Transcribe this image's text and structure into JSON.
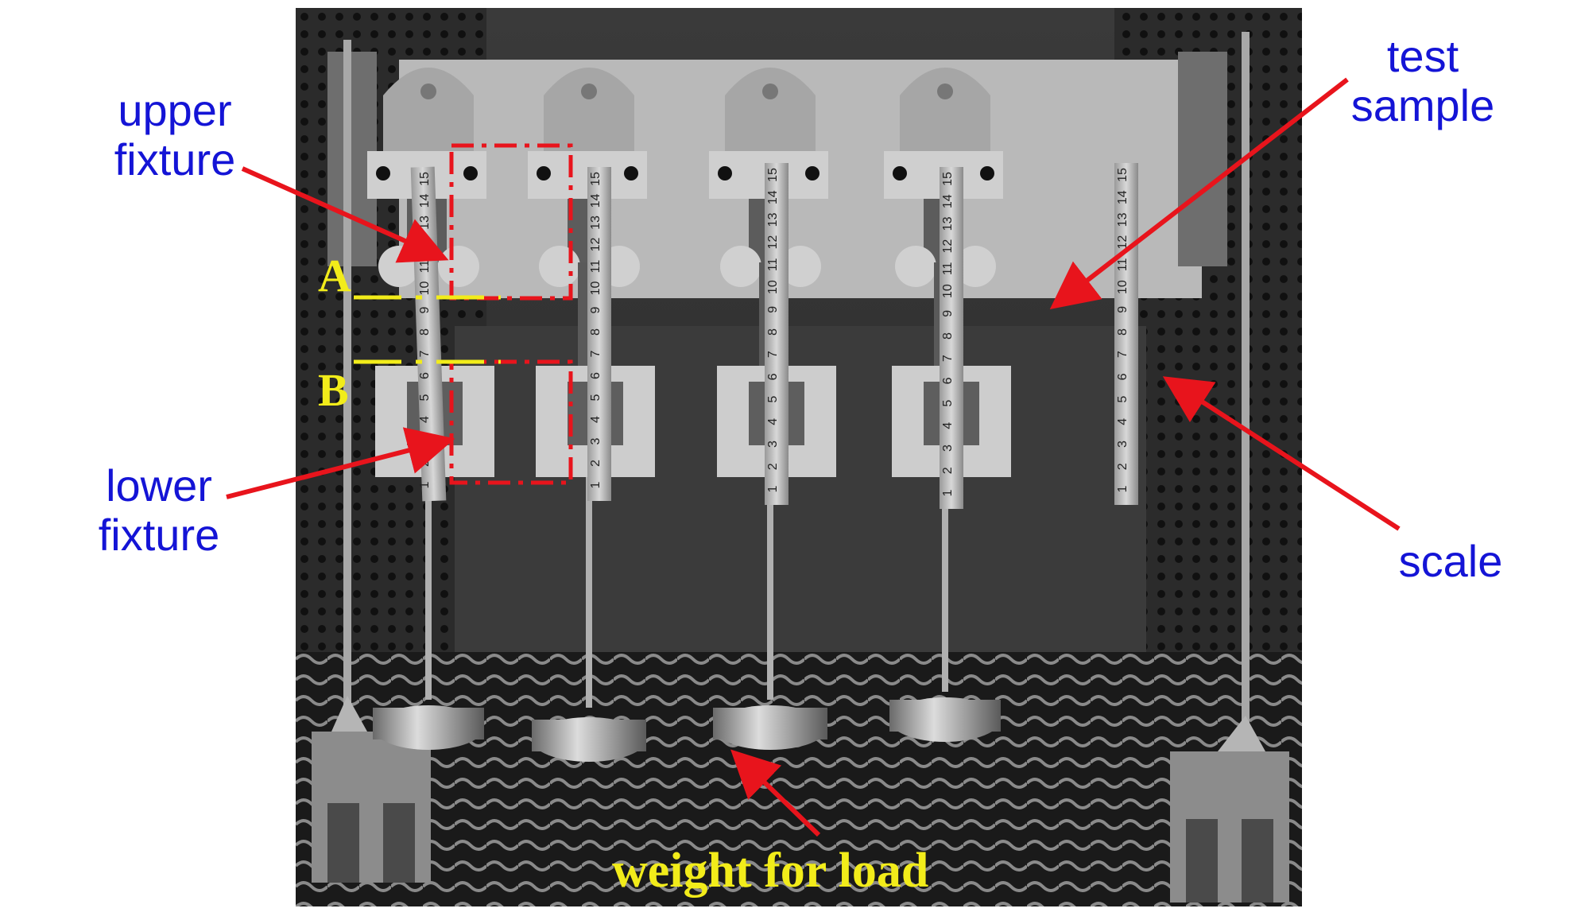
{
  "labels": {
    "upper_fixture": [
      "upper",
      "fixture"
    ],
    "lower_fixture": [
      "lower",
      "fixture"
    ],
    "test_sample": [
      "test",
      "sample"
    ],
    "scale": "scale",
    "weight_for_load": "weight for load",
    "marker_a": "A",
    "marker_b": "B"
  },
  "colors": {
    "label_text": "#1414d6",
    "marker_text": "#f2ec1a",
    "arrow": "#e8141c",
    "highlight_box": "#e8141c"
  },
  "scale_numbers": [
    "15",
    "14",
    "13",
    "12",
    "11",
    "10",
    "9",
    "8",
    "7",
    "6",
    "5",
    "4",
    "3",
    "2",
    "1"
  ]
}
